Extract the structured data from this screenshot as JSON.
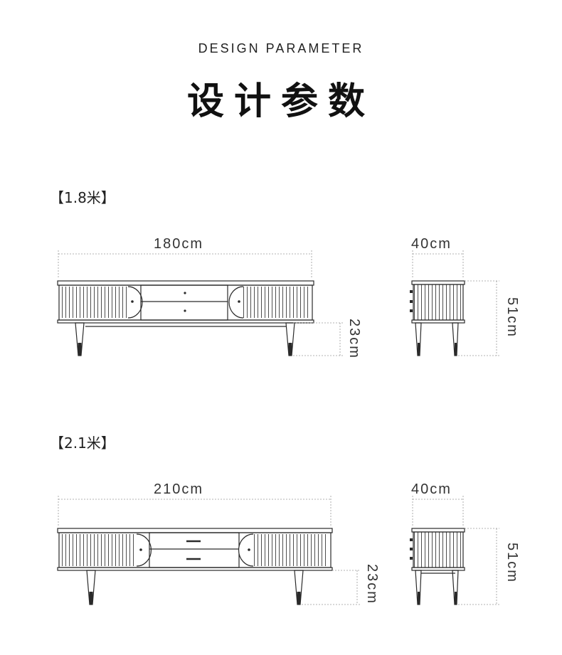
{
  "header": {
    "subtitle": "DESIGN PARAMETER",
    "title": "设计参数"
  },
  "variants": [
    {
      "label": "【1.8米】",
      "width": "180cm",
      "depth": "40cm",
      "height": "51cm",
      "leg_height": "23cm"
    },
    {
      "label": "【2.1米】",
      "width": "210cm",
      "depth": "40cm",
      "height": "51cm",
      "leg_height": "23cm"
    }
  ],
  "colors": {
    "line": "#2a2a2a",
    "dashed": "#9a9a9a"
  }
}
